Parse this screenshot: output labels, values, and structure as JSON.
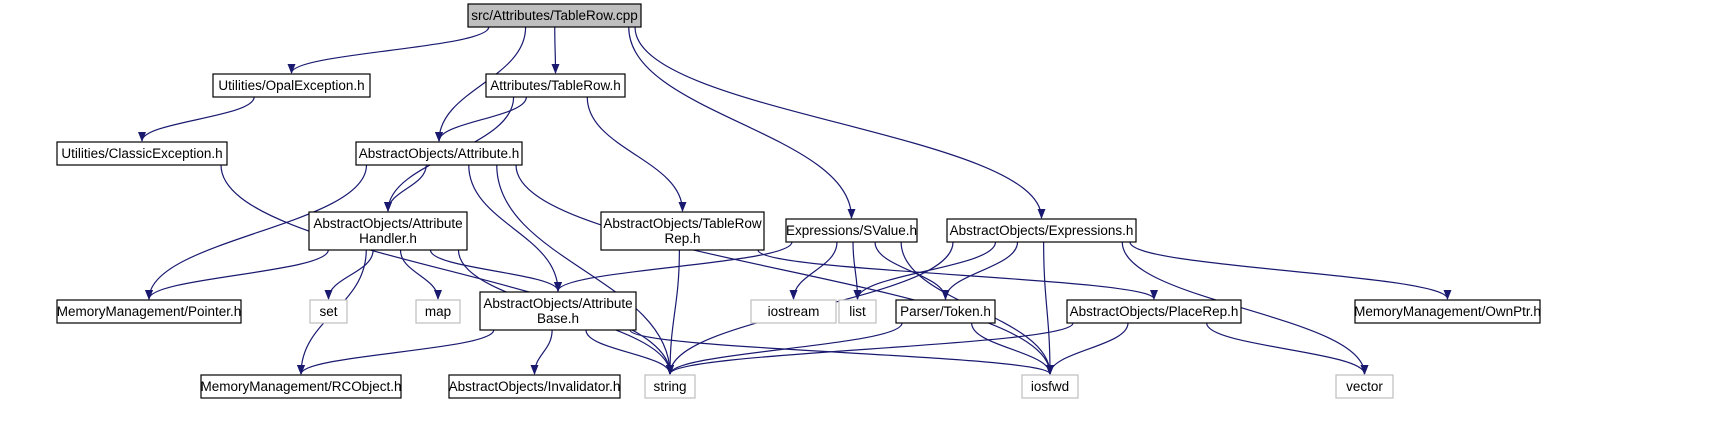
{
  "diagram": {
    "colors": {
      "edge": "#191970",
      "root_fill": "#bfbfbf",
      "node_stroke": "#000000",
      "external_stroke": "#bfbfbf",
      "text": "#000000"
    },
    "nodes": [
      {
        "id": "root",
        "lines": [
          "src/Attributes/TableRow.cpp"
        ],
        "kind": "root"
      },
      {
        "id": "opal",
        "lines": [
          "Utilities/OpalException.h"
        ],
        "kind": "header"
      },
      {
        "id": "tablerow_h",
        "lines": [
          "Attributes/TableRow.h"
        ],
        "kind": "header"
      },
      {
        "id": "classic",
        "lines": [
          "Utilities/ClassicException.h"
        ],
        "kind": "header"
      },
      {
        "id": "attribute_h",
        "lines": [
          "AbstractObjects/Attribute.h"
        ],
        "kind": "header"
      },
      {
        "id": "attr_handler",
        "lines": [
          "AbstractObjects/Attribute",
          "Handler.h"
        ],
        "kind": "header"
      },
      {
        "id": "tablerowrep",
        "lines": [
          "AbstractObjects/TableRow",
          "Rep.h"
        ],
        "kind": "header"
      },
      {
        "id": "svalue",
        "lines": [
          "Expressions/SValue.h"
        ],
        "kind": "header"
      },
      {
        "id": "expressions",
        "lines": [
          "AbstractObjects/Expressions.h"
        ],
        "kind": "header"
      },
      {
        "id": "pointer",
        "lines": [
          "MemoryManagement/Pointer.h"
        ],
        "kind": "header"
      },
      {
        "id": "set",
        "lines": [
          "set"
        ],
        "kind": "external"
      },
      {
        "id": "map",
        "lines": [
          "map"
        ],
        "kind": "external"
      },
      {
        "id": "attr_base",
        "lines": [
          "AbstractObjects/Attribute",
          "Base.h"
        ],
        "kind": "header"
      },
      {
        "id": "iostream",
        "lines": [
          "iostream"
        ],
        "kind": "external"
      },
      {
        "id": "list",
        "lines": [
          "list"
        ],
        "kind": "external"
      },
      {
        "id": "token",
        "lines": [
          "Parser/Token.h"
        ],
        "kind": "header"
      },
      {
        "id": "placerep",
        "lines": [
          "AbstractObjects/PlaceRep.h"
        ],
        "kind": "header"
      },
      {
        "id": "ownptr",
        "lines": [
          "MemoryManagement/OwnPtr.h"
        ],
        "kind": "header"
      },
      {
        "id": "rcobject",
        "lines": [
          "MemoryManagement/RCObject.h"
        ],
        "kind": "header"
      },
      {
        "id": "invalidator",
        "lines": [
          "AbstractObjects/Invalidator.h"
        ],
        "kind": "header"
      },
      {
        "id": "string",
        "lines": [
          "string"
        ],
        "kind": "external"
      },
      {
        "id": "iosfwd",
        "lines": [
          "iosfwd"
        ],
        "kind": "external"
      },
      {
        "id": "vector",
        "lines": [
          "vector"
        ],
        "kind": "external"
      }
    ],
    "edges": [
      [
        "root",
        "opal"
      ],
      [
        "root",
        "tablerow_h"
      ],
      [
        "root",
        "attribute_h"
      ],
      [
        "root",
        "svalue"
      ],
      [
        "root",
        "expressions"
      ],
      [
        "opal",
        "classic"
      ],
      [
        "classic",
        "string"
      ],
      [
        "tablerow_h",
        "attribute_h"
      ],
      [
        "tablerow_h",
        "attr_handler"
      ],
      [
        "tablerow_h",
        "tablerowrep"
      ],
      [
        "attribute_h",
        "attr_handler"
      ],
      [
        "attribute_h",
        "pointer"
      ],
      [
        "attribute_h",
        "attr_base"
      ],
      [
        "attribute_h",
        "string"
      ],
      [
        "attribute_h",
        "iosfwd"
      ],
      [
        "attr_handler",
        "pointer"
      ],
      [
        "attr_handler",
        "set"
      ],
      [
        "attr_handler",
        "map"
      ],
      [
        "attr_handler",
        "attr_base"
      ],
      [
        "attr_handler",
        "rcobject"
      ],
      [
        "attr_handler",
        "string"
      ],
      [
        "tablerowrep",
        "string"
      ],
      [
        "tablerowrep",
        "placerep"
      ],
      [
        "svalue",
        "attr_base"
      ],
      [
        "svalue",
        "iostream"
      ],
      [
        "svalue",
        "list"
      ],
      [
        "svalue",
        "token"
      ],
      [
        "svalue",
        "iosfwd"
      ],
      [
        "expressions",
        "list"
      ],
      [
        "expressions",
        "token"
      ],
      [
        "expressions",
        "ownptr"
      ],
      [
        "expressions",
        "string"
      ],
      [
        "expressions",
        "iosfwd"
      ],
      [
        "expressions",
        "vector"
      ],
      [
        "attr_base",
        "rcobject"
      ],
      [
        "attr_base",
        "invalidator"
      ],
      [
        "attr_base",
        "string"
      ],
      [
        "attr_base",
        "iosfwd"
      ],
      [
        "token",
        "string"
      ],
      [
        "token",
        "iosfwd"
      ],
      [
        "placerep",
        "string"
      ],
      [
        "placerep",
        "iosfwd"
      ],
      [
        "placerep",
        "vector"
      ]
    ]
  }
}
